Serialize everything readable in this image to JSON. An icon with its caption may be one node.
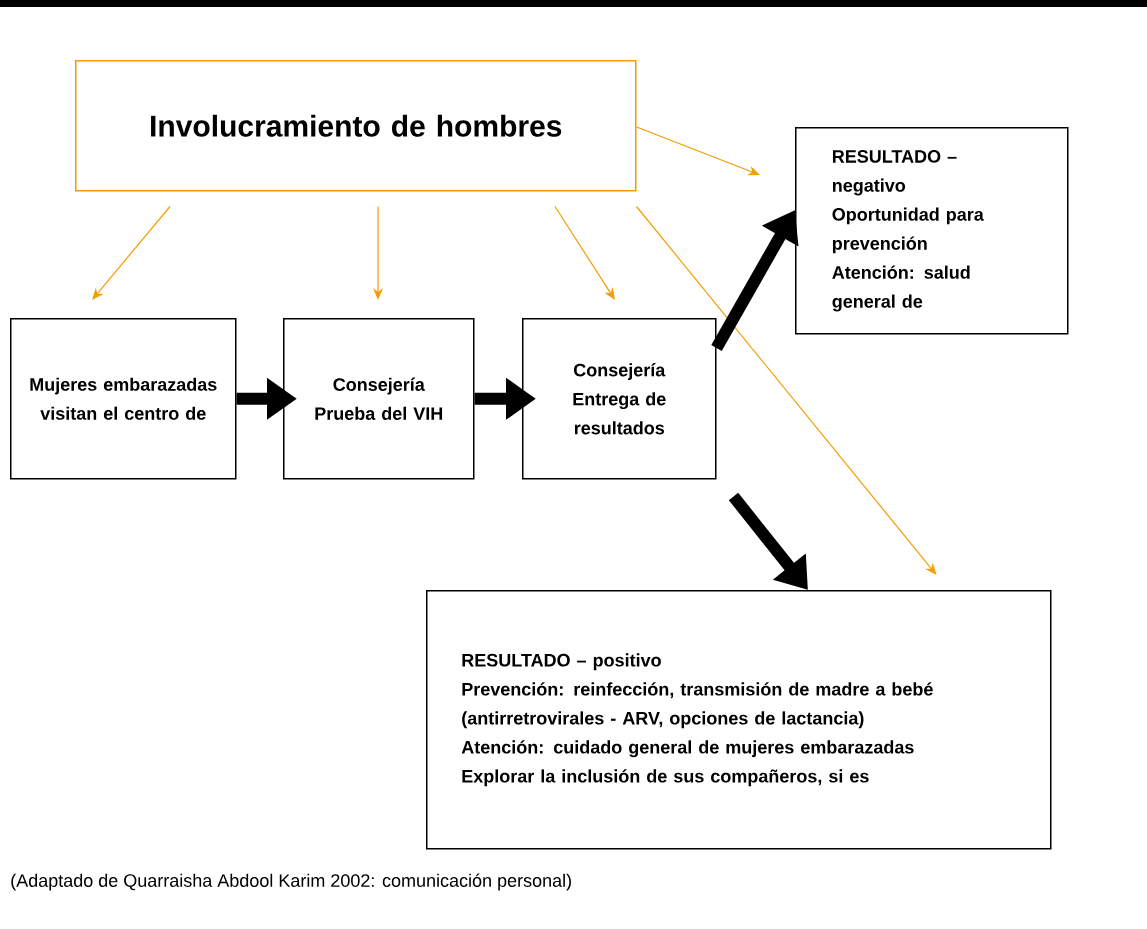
{
  "diagram": {
    "caption": "(Adaptado de Quarraisha Abdool Karim 2002: comunicación personal)",
    "nodes": [
      {
        "text": [
          "Involucramiento de hombres"
        ]
      },
      {
        "text": [
          "Mujeres embarazadas visitan el centro de"
        ]
      },
      {
        "text": [
          "Consejería",
          "Prueba del VIH"
        ]
      },
      {
        "text": [
          "Consejería",
          "Entrega de resultados"
        ]
      },
      {
        "text": [
          "RESULTADO – negativo",
          "Oportunidad para prevención",
          "Atención: salud general de"
        ]
      },
      {
        "text": [
          "RESULTADO – positivo",
          "Prevención: reinfección, transmisión de madre a bebé (antirretrovirales - ARV, opciones de lactancia)",
          "Atención: cuidado general de mujeres embarazadas",
          "Explorar la inclusión de sus compañeros, si es"
        ]
      }
    ],
    "edges": [
      {
        "from": 0,
        "to": 1,
        "arrow": "to"
      },
      {
        "from": 0,
        "to": 2,
        "arrow": "to"
      },
      {
        "from": 0,
        "to": 3,
        "arrow": "to"
      },
      {
        "from": 0,
        "to": 4,
        "arrow": "to"
      },
      {
        "from": 0,
        "to": 5,
        "arrow": "to"
      },
      {
        "from": 1,
        "to": 2,
        "arrow": "to",
        "style": "thick",
        "color": "#000000"
      },
      {
        "from": 2,
        "to": 3,
        "arrow": "to",
        "style": "thick",
        "color": "#000000"
      },
      {
        "from": 3,
        "to": 4,
        "arrow": "to",
        "style": "thick",
        "color": "#000000"
      },
      {
        "from": 3,
        "to": 5,
        "arrow": "to",
        "style": "thick",
        "color": "#000000"
      }
    ]
  }
}
